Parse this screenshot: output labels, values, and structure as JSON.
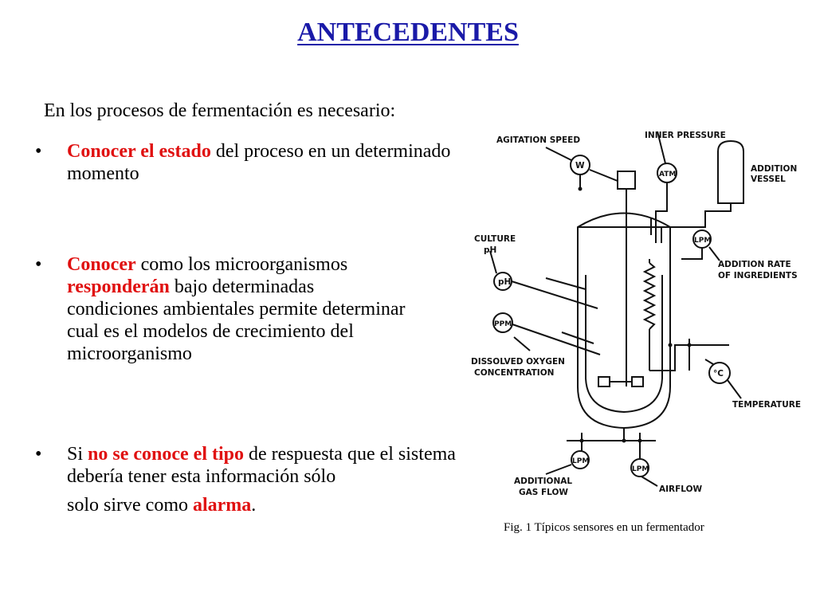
{
  "title": "ANTECEDENTES",
  "intro": "En los procesos de fermentación es necesario:",
  "bullets": [
    {
      "hl1": "Conocer el estado",
      "t1": " del proceso en un determinado momento"
    },
    {
      "hl1": "Conocer",
      "t1": " como los microorganismos ",
      "hl2": "responderán",
      "t2": " bajo determinadas condiciones ambientales  permite determinar cual es el  modelos de crecimiento del microorganismo"
    },
    {
      "t0": "Si ",
      "hl1": "no se conoce el tipo",
      "t1": " de respuesta que el sistema debería tener esta información sólo",
      "t2": "solo sirve como ",
      "hl2": "alarma",
      "t3": "."
    }
  ],
  "figure": {
    "labels": {
      "agitation_speed": "AGITATION SPEED",
      "w": "W",
      "inner_pressure": "INNER PRESSURE",
      "atm": "ATM",
      "addition_vessel_1": "ADDITION",
      "addition_vessel_2": "VESSEL",
      "lpm": "LPM",
      "addition_rate_1": "ADDITION RATE",
      "addition_rate_2": "OF INGREDIENTS",
      "culture_ph_1": "CULTURE",
      "culture_ph_2": "pH",
      "ph": "pH",
      "ppm": "PPM",
      "dissolved_oxygen_1": "DISSOLVED OXYGEN",
      "dissolved_oxygen_2": "CONCENTRATION",
      "celsius": "°C",
      "temperature": "TEMPERATURE",
      "additional_gas_1": "ADDITIONAL",
      "additional_gas_2": "GAS FLOW",
      "airflow": "AIRFLOW"
    }
  },
  "caption": "Fig.  1 Típicos sensores en un fermentador"
}
